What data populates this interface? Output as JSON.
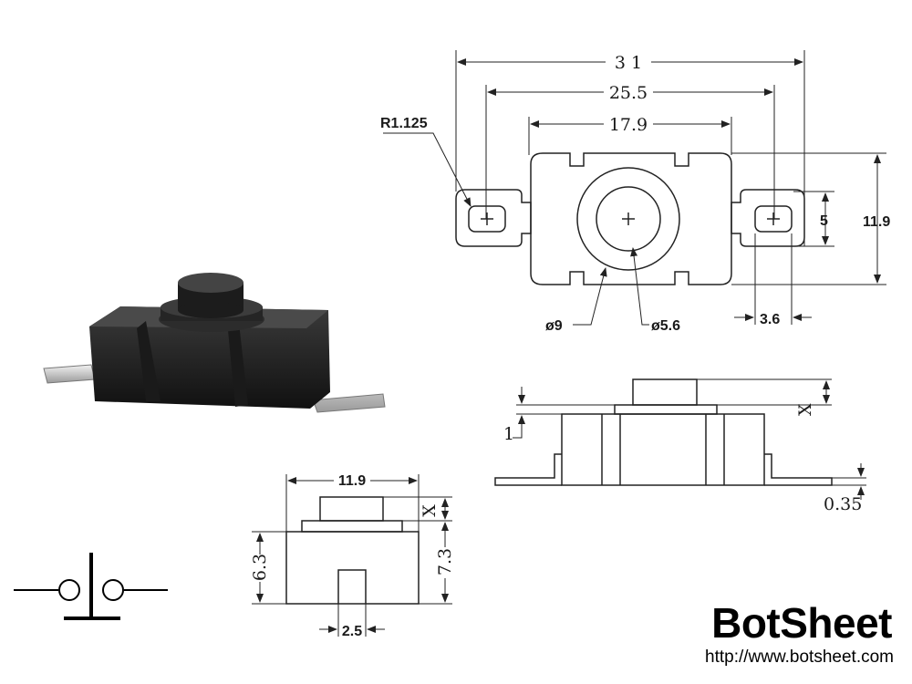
{
  "top_view": {
    "overall_width": "3 1",
    "pin_spacing": "25.5",
    "body_width": "17.9",
    "pad_radius": "R1.125",
    "slot_height": "5",
    "body_height": "11.9",
    "outer_diameter": "ø9",
    "inner_diameter": "ø5.6",
    "pad_width": "3.6"
  },
  "side_view": {
    "plunger_height": "X",
    "collar": "1",
    "terminal_thickness": "0.35"
  },
  "front_view": {
    "width": "11.9",
    "plunger": "X",
    "body_height": "6.3",
    "total_height": "7.3",
    "slot_width": "2.5"
  },
  "brand": {
    "name": "BotSheet",
    "url": "http://www.botsheet.com"
  }
}
